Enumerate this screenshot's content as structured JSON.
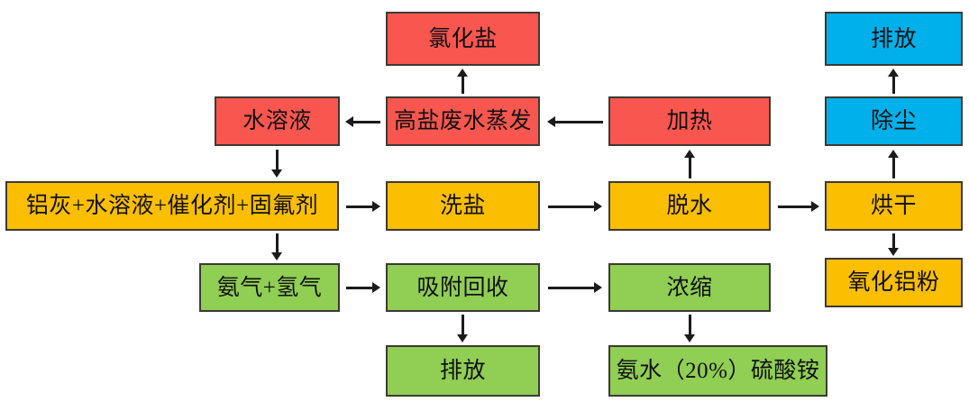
{
  "diagram": {
    "type": "flowchart",
    "title": "",
    "palette": {
      "red": "#f9564f",
      "orange": "#fcbe00",
      "green": "#90ce54",
      "blue": "#00b0ea",
      "border": "#3d3a33",
      "arrow": "#1b1b1b",
      "background": "#ffffff"
    },
    "nodes": [
      {
        "id": "chloride_salt",
        "label": "氯化盐",
        "color": "red"
      },
      {
        "id": "aqueous_solution",
        "label": "水溶液",
        "color": "red"
      },
      {
        "id": "brine_evaporation",
        "label": "高盐废水蒸发",
        "color": "red"
      },
      {
        "id": "heating",
        "label": "加热",
        "color": "red"
      },
      {
        "id": "discharge_blue",
        "label": "排放",
        "color": "blue"
      },
      {
        "id": "dust_removal",
        "label": "除尘",
        "color": "blue"
      },
      {
        "id": "feed_mixture",
        "label": "铝灰+水溶液+催化剂+固氟剂",
        "color": "orange"
      },
      {
        "id": "salt_washing",
        "label": "洗盐",
        "color": "orange"
      },
      {
        "id": "dewatering",
        "label": "脱水",
        "color": "orange"
      },
      {
        "id": "drying",
        "label": "烘干",
        "color": "orange"
      },
      {
        "id": "alumina_powder",
        "label": "氧化铝粉",
        "color": "orange"
      },
      {
        "id": "ammonia_hydrogen",
        "label": "氨气+氢气",
        "color": "green"
      },
      {
        "id": "adsorption_recovery",
        "label": "吸附回收",
        "color": "green"
      },
      {
        "id": "concentration",
        "label": "浓缩",
        "color": "green"
      },
      {
        "id": "discharge_green",
        "label": "排放",
        "color": "green"
      },
      {
        "id": "ammonia_water",
        "label": "氨水（20%）硫酸铵",
        "color": "green"
      }
    ],
    "edges": [
      {
        "from": "brine_evaporation",
        "to": "chloride_salt",
        "direction": "up"
      },
      {
        "from": "brine_evaporation",
        "to": "aqueous_solution",
        "direction": "left"
      },
      {
        "from": "heating",
        "to": "brine_evaporation",
        "direction": "left"
      },
      {
        "from": "aqueous_solution",
        "to": "feed_mixture",
        "direction": "down"
      },
      {
        "from": "feed_mixture",
        "to": "salt_washing",
        "direction": "right"
      },
      {
        "from": "salt_washing",
        "to": "dewatering",
        "direction": "right"
      },
      {
        "from": "dewatering",
        "to": "drying",
        "direction": "right"
      },
      {
        "from": "dewatering",
        "to": "heating",
        "direction": "up"
      },
      {
        "from": "drying",
        "to": "dust_removal",
        "direction": "up"
      },
      {
        "from": "dust_removal",
        "to": "discharge_blue",
        "direction": "up"
      },
      {
        "from": "drying",
        "to": "alumina_powder",
        "direction": "down"
      },
      {
        "from": "feed_mixture",
        "to": "ammonia_hydrogen",
        "direction": "down"
      },
      {
        "from": "ammonia_hydrogen",
        "to": "adsorption_recovery",
        "direction": "right"
      },
      {
        "from": "adsorption_recovery",
        "to": "concentration",
        "direction": "right"
      },
      {
        "from": "adsorption_recovery",
        "to": "discharge_green",
        "direction": "down"
      },
      {
        "from": "concentration",
        "to": "ammonia_water",
        "direction": "down"
      }
    ]
  }
}
